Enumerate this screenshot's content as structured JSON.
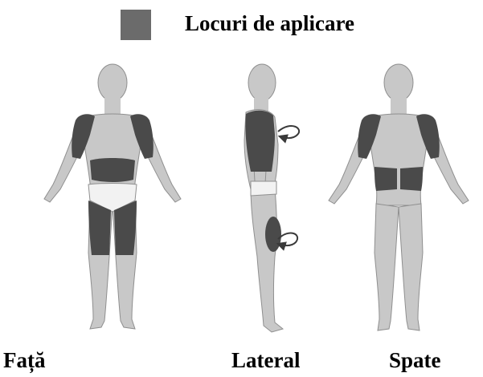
{
  "legend": {
    "label": "Locuri de aplicare",
    "swatch_color": "#6b6b6b"
  },
  "views": {
    "front": "Față",
    "side": "Lateral",
    "back": "Spate"
  },
  "colors": {
    "skin": "#c8c8c8",
    "skin_outline": "#8f8f8f",
    "application_area": "#4a4a4a",
    "underwear": "#f2f2f2",
    "arrow": "#3a3a3a"
  },
  "diagram": {
    "figures": [
      "front-view-figure",
      "side-view-figure",
      "back-view-figure"
    ],
    "marked_areas": [
      "upper-arms",
      "abdomen",
      "thighs",
      "lower-back"
    ]
  }
}
